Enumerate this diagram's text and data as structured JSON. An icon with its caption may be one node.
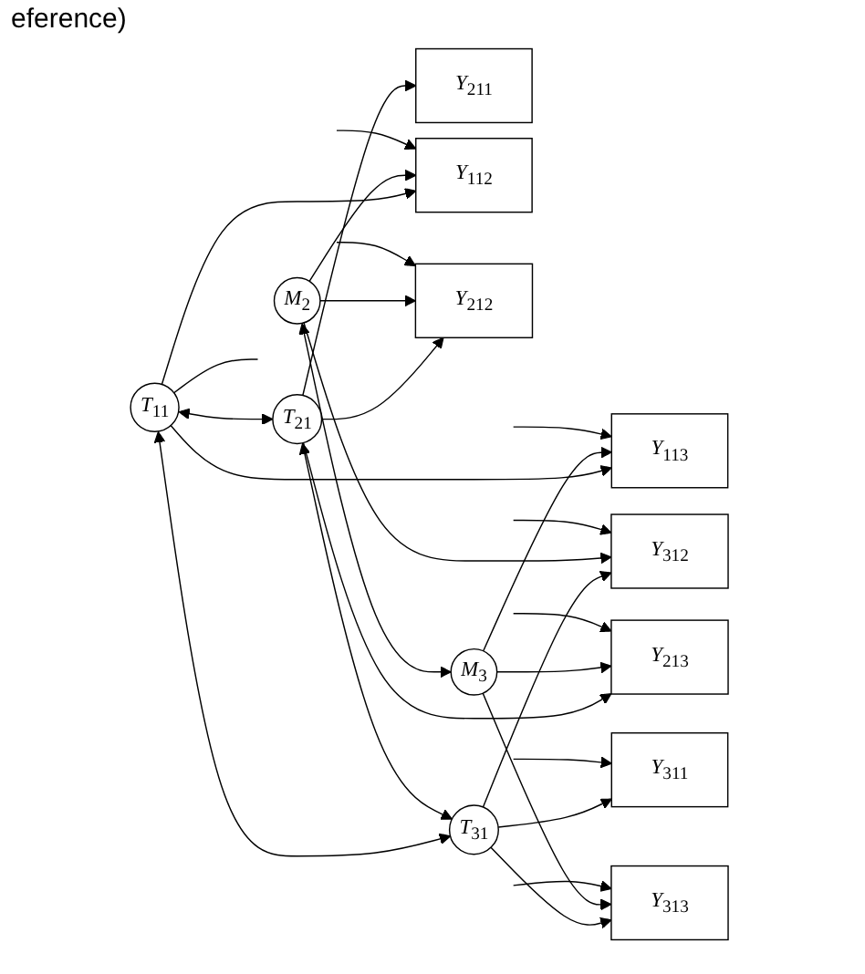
{
  "diagram": {
    "nodes": [
      {
        "text": [
          "Y$_{211}$"
        ]
      },
      {
        "text": [
          "Y$_{311}$"
        ]
      },
      {
        "text": [
          "Y$_{112}$"
        ]
      },
      {
        "text": [
          "Y$_{212}$"
        ]
      },
      {
        "text": [
          "Y$_{312}$"
        ]
      },
      {
        "text": [
          "Y$_{113}$"
        ]
      },
      {
        "text": [
          "Y$_{213}$"
        ]
      },
      {
        "text": [
          "Y$_{313}$"
        ]
      },
      {
        "text": [
          "M$_{2}$"
        ]
      },
      {
        "text": [
          "M$_{3}$"
        ]
      },
      {
        "text": [
          "T$_{11}$"
        ]
      },
      {
        "text": [
          "T$_{21}$"
        ]
      },
      {
        "text": [
          "T$_{31}$"
        ]
      }
    ],
    "edges": [
      {
        "from": 11,
        "to": 0,
        "arrow": "to"
      },
      {
        "from": 12,
        "to": 1,
        "arrow": "to"
      },
      {
        "from": 10,
        "to": 2,
        "arrow": "to"
      },
      {
        "from": 11,
        "to": 3,
        "arrow": "to"
      },
      {
        "from": 12,
        "to": 4,
        "arrow": "to"
      },
      {
        "from": 10,
        "to": 5,
        "arrow": "to"
      },
      {
        "from": 11,
        "to": 6,
        "arrow": "to"
      },
      {
        "from": 12,
        "to": 7,
        "arrow": "to"
      },
      {
        "from": 8,
        "to": 2,
        "arrow": "to"
      },
      {
        "from": 8,
        "to": 3,
        "arrow": "to"
      },
      {
        "from": 8,
        "to": 4,
        "arrow": "to"
      },
      {
        "from": 9,
        "to": 5,
        "arrow": "to"
      },
      {
        "from": 9,
        "to": 6,
        "arrow": "to"
      },
      {
        "from": 9,
        "to": 7,
        "arrow": "to"
      },
      {
        "from": 8,
        "to": 9,
        "arrow": "both"
      },
      {
        "from": 10,
        "to": 11,
        "arrow": "both"
      },
      {
        "from": 10,
        "to": 12,
        "arrow": "both"
      },
      {
        "from": 11,
        "to": 12,
        "arrow": "both"
      },
      {
        "from": null,
        "to": 1,
        "arrow": "to"
      },
      {
        "from": null,
        "to": 2,
        "arrow": "to"
      },
      {
        "from": null,
        "to": 3,
        "arrow": "to"
      },
      {
        "from": null,
        "to": 4,
        "arrow": "to"
      },
      {
        "from": null,
        "to": 5,
        "arrow": "to"
      },
      {
        "from": null,
        "to": 6,
        "arrow": "to"
      },
      {
        "from": null,
        "to": 7,
        "arrow": "to"
      },
      {
        "from": 10,
        "to": null,
        "arrow": "none"
      }
    ],
    "labels": [
      "eference)"
    ]
  }
}
